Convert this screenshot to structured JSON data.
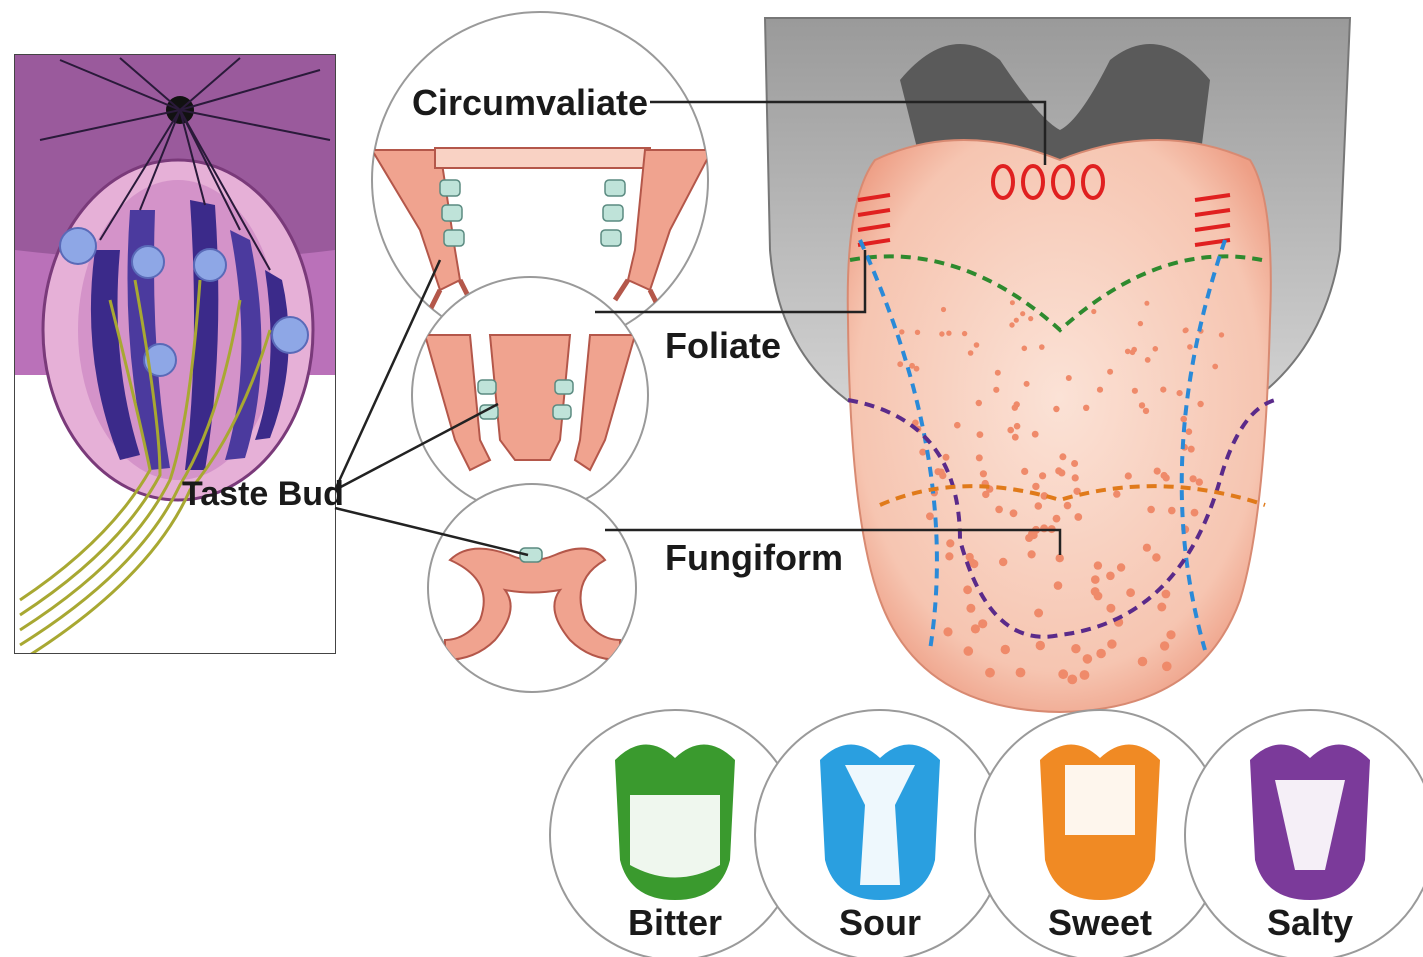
{
  "labels": {
    "taste_bud": "Taste Bud",
    "circumvaliate": "Circumvaliate",
    "foliate": "Foliate",
    "fungiform": "Fungiform"
  },
  "taste_zones": [
    {
      "label": "Bitter",
      "color": "#3a9a2e"
    },
    {
      "label": "Sour",
      "color": "#2a9fe0"
    },
    {
      "label": "Sweet",
      "color": "#f08a24"
    },
    {
      "label": "Salty",
      "color": "#7b3a9a"
    }
  ],
  "colors": {
    "tongue": "#f6c8b6",
    "papilla": "#e88d7e",
    "taste_bud_bg": "#8a4a8c",
    "cell_dark": "#3b2a8a",
    "nerve": "#a8a832",
    "throat": "#c9c9c9"
  }
}
